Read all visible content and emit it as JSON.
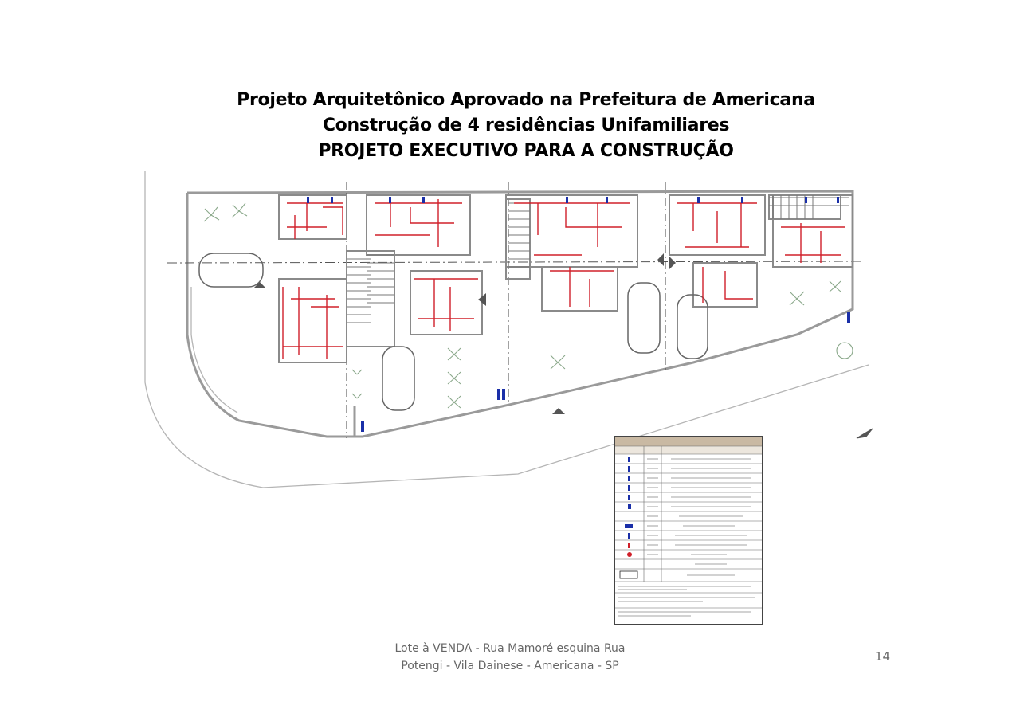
{
  "slide": {
    "title_lines": [
      "Projeto Arquitetônico Aprovado na Prefeitura de Americana",
      "Construção de 4 residências Unifamiliares",
      "PROJETO EXECUTIVO PARA A CONSTRUÇÃO"
    ],
    "footer_lines": [
      "Lote à VENDA - Rua Mamoré esquina Rua",
      "Potengi - Vila Dainese - Americana - SP"
    ],
    "page_number": "14"
  },
  "drawing": {
    "icon": "architectural-floor-plan",
    "line_color": "#8a8a8a",
    "installation_color": "#d0202a",
    "fixture_color": "#1a2fa8",
    "legend_header_color": "#c9b9a3"
  }
}
